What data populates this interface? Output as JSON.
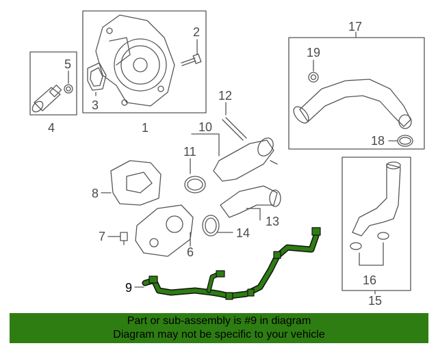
{
  "callouts": {
    "c1": "1",
    "c2": "2",
    "c3": "3",
    "c4": "4",
    "c5": "5",
    "c6": "6",
    "c7": "7",
    "c8": "8",
    "c9": "9",
    "c10": "10",
    "c11": "11",
    "c12": "12",
    "c13": "13",
    "c14": "14",
    "c15": "15",
    "c16": "16",
    "c17": "17",
    "c18": "18",
    "c19": "19"
  },
  "highlight_part": "9",
  "colors": {
    "highlight_fill": "#2e7d12",
    "banner_bg": "#2e7d12",
    "line_art": "#555555"
  },
  "banner": {
    "line1": "Part or sub-assembly is #9 in diagram",
    "line2": "Diagram may not be specific to your vehicle"
  }
}
